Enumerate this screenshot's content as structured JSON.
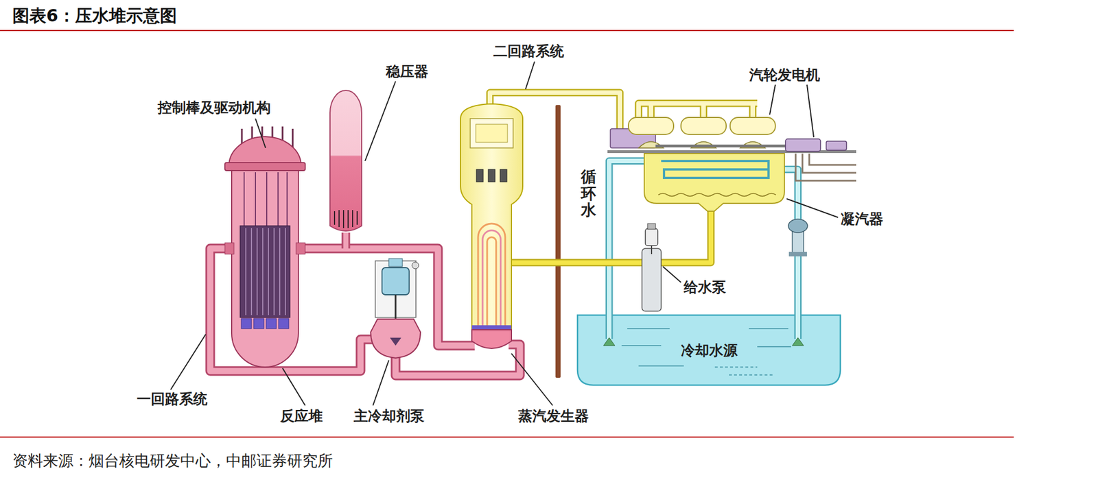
{
  "diagram": {
    "title": "图表6：压水堆示意图",
    "caption": "资料来源：烟台核电研发中心，中邮证券研究所",
    "nodes": [
      {
        "text": [
          "冷却水源"
        ]
      }
    ],
    "labels": [
      "稳压器",
      "二回路系统",
      "汽轮发电机",
      "控制棒及驱动机构",
      "循环水",
      "凝汽器",
      "给水泵",
      "一回路系统",
      "反应堆",
      "主冷却剂泵",
      "蒸汽发生器"
    ]
  }
}
